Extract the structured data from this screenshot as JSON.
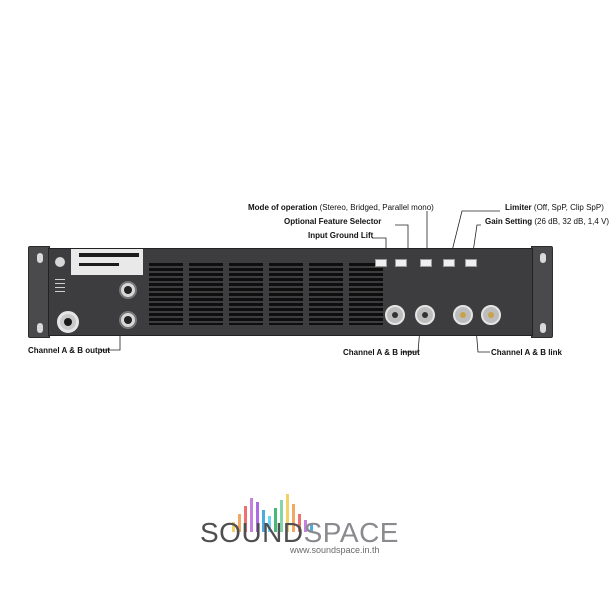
{
  "callouts": {
    "mode": {
      "title": "Mode of operation",
      "detail": "(Stereo, Bridged, Parallel mono)"
    },
    "optional": {
      "title": "Optional Feature Selector"
    },
    "ground": {
      "title": "Input Ground Lift"
    },
    "limiter": {
      "title": "Limiter",
      "detail": "(Off, SpP, Clip SpP)"
    },
    "gain": {
      "title": "Gain Setting",
      "detail": "(26 dB, 32 dB, 1,4 V)"
    },
    "output": {
      "title": "Channel A & B output"
    },
    "input": {
      "title": "Channel A & B input"
    },
    "link": {
      "title": "Channel A & B link"
    }
  },
  "brand": {
    "name_part1": "SOUND",
    "name_part2": "SPACE",
    "url": "www.soundspace.in.th",
    "wave_colors": [
      "#f2c94c",
      "#f2994a",
      "#eb5757",
      "#bb6bd9",
      "#9b51e0",
      "#2d9cdb",
      "#56ccf2",
      "#27ae60",
      "#6fcf97",
      "#f2c94c",
      "#f2994a",
      "#eb5757",
      "#bb6bd9",
      "#2d9cdb"
    ]
  },
  "colors": {
    "chassis": "#3d3d3f",
    "ear": "#4a4a4c",
    "line": "#222222"
  }
}
